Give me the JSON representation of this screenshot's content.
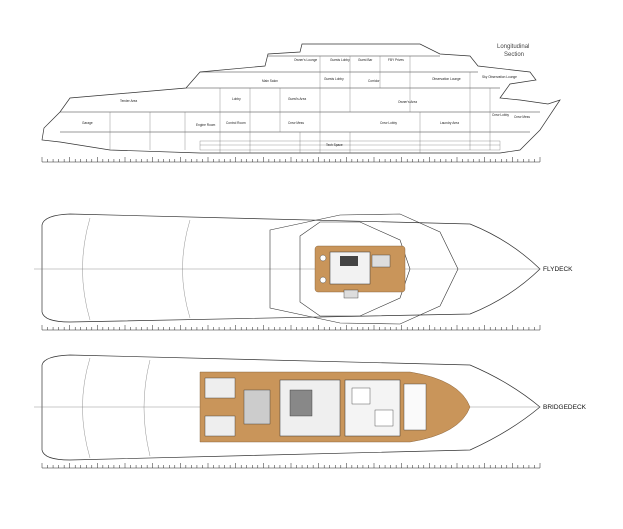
{
  "section": {
    "title_line1": "Longitudinal",
    "title_line2": "Section",
    "rooms": [
      {
        "name": "Owner's Lounge"
      },
      {
        "name": "Guests Lobby"
      },
      {
        "name": "Guest Bar"
      },
      {
        "name": "FBY Prives"
      },
      {
        "name": "Main Salon"
      },
      {
        "name": "Guests Lobby"
      },
      {
        "name": "Corridor"
      },
      {
        "name": "Observation Lounge"
      },
      {
        "name": "Sky Observation Lounge"
      },
      {
        "name": "Tender Area"
      },
      {
        "name": "Lobby"
      },
      {
        "name": "Guest's Area"
      },
      {
        "name": "Owner's Area"
      },
      {
        "name": "Garage"
      },
      {
        "name": "Engine Room"
      },
      {
        "name": "Control Room"
      },
      {
        "name": "Crew Mess"
      },
      {
        "name": "Crew Lobby"
      },
      {
        "name": "Laundry Area"
      },
      {
        "name": "Tech Space"
      },
      {
        "name": "Crew Lobby"
      },
      {
        "name": "Crew Mess"
      }
    ]
  },
  "plans": [
    {
      "label": "FLYDECK"
    },
    {
      "label": "BRIDGEDECK"
    }
  ],
  "colors": {
    "line": "#333333",
    "teak": "#c9955a",
    "paper": "#ffffff"
  }
}
